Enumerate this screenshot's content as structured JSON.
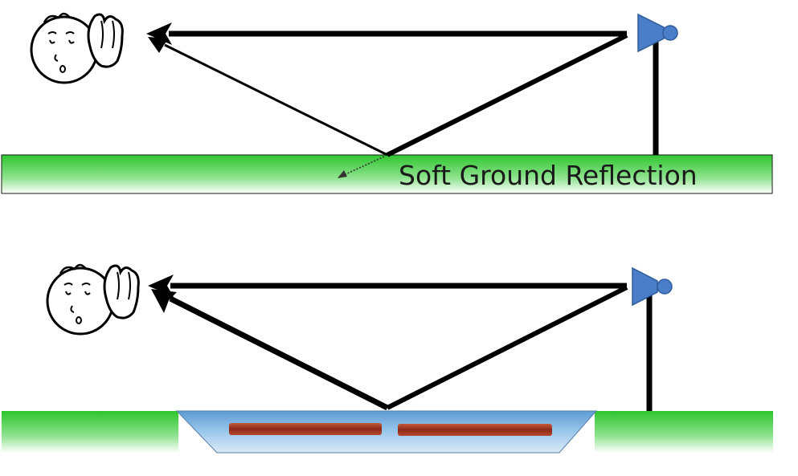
{
  "panels": [
    {
      "id": "top",
      "ground_type": "soft",
      "label": "Soft Ground Reflection",
      "ground_color": "#3ccf3c"
    },
    {
      "id": "bottom",
      "ground_type": "water",
      "label": "",
      "ground_color": "#3ccf3c",
      "water_color": "#6fa8d8",
      "ice_color": "#a23a26"
    }
  ],
  "colors": {
    "arrow": "#000000",
    "speaker": "#4a7ec8",
    "outline": "#1a1a1a"
  },
  "icons": [
    "listener-face-icon",
    "cupped-hand-icon",
    "loudspeaker-icon"
  ]
}
